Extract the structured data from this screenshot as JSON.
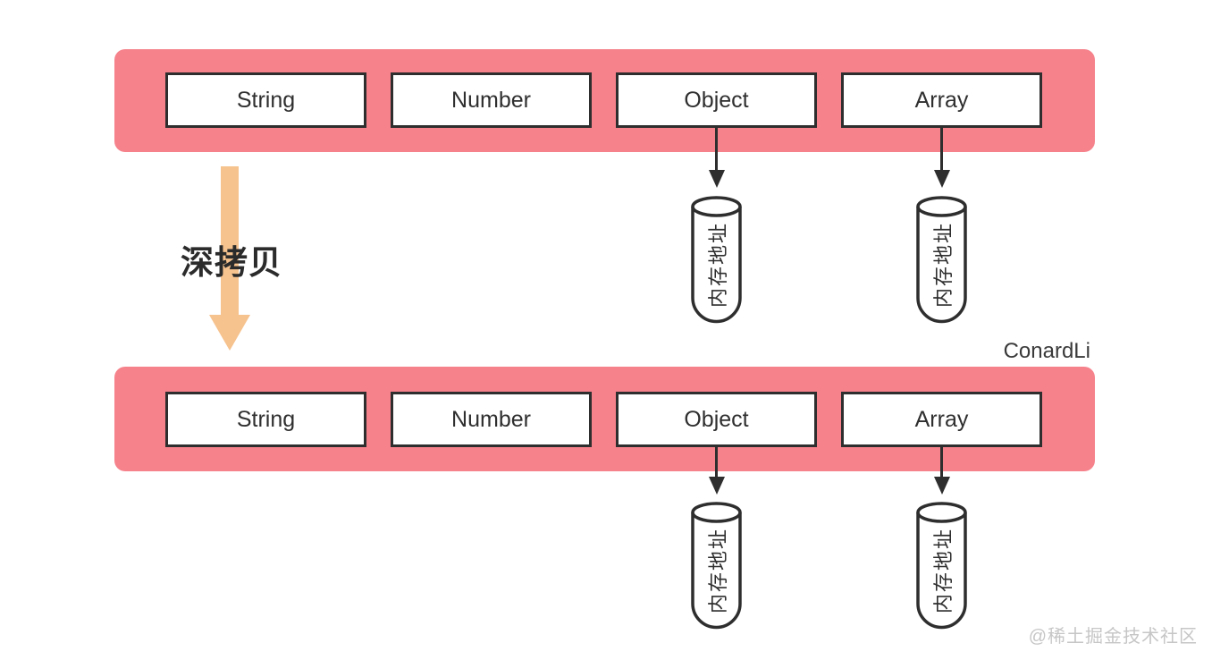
{
  "colors": {
    "bar": "#F6828C",
    "box_border": "#2e2e2e",
    "box_bg": "#ffffff",
    "arrow_dark": "#2e2e2e",
    "arrow_orange": "#F6C28E",
    "text": "#2b2b2b",
    "watermark": "#c6c6c6"
  },
  "rows": [
    {
      "name": "original",
      "boxes": [
        {
          "label": "String"
        },
        {
          "label": "Number"
        },
        {
          "label": "Object"
        },
        {
          "label": "Array"
        }
      ]
    },
    {
      "name": "copy",
      "boxes": [
        {
          "label": "String"
        },
        {
          "label": "Number"
        },
        {
          "label": "Object"
        },
        {
          "label": "Array"
        }
      ]
    }
  ],
  "memory_cell_label": "内存地址",
  "operation_label": "深拷贝",
  "author_credit": "ConardLi",
  "watermark_text": "@稀土掘金技术社区"
}
